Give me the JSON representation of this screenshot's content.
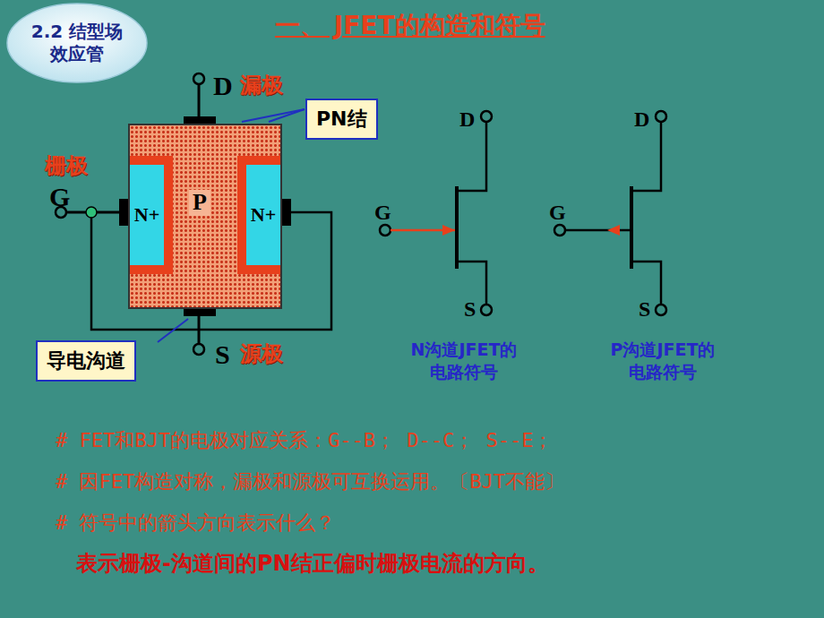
{
  "diagram": {
    "title": "一、 JFET的构造和符号",
    "nodes": [
      {
        "text": [
          "2.2 结型场效应管"
        ]
      },
      {
        "text": [
          "PN结"
        ]
      },
      {
        "text": [
          "P"
        ]
      },
      {
        "text": [
          "N+"
        ],
        "in": 2
      },
      {
        "text": [
          "N+"
        ],
        "in": 2
      },
      {
        "text": [
          "导电沟道"
        ]
      }
    ],
    "labels": [
      "D",
      "漏极",
      "栅极",
      "G",
      "S",
      "源极",
      "D",
      "G",
      "S",
      "D",
      "G",
      "S",
      "N沟道JFET的 电路符号",
      "P沟道JFET的 电路符号",
      "# FET和BJT的电极对应关系：G--B； D--C； S--E；",
      "# 因FET构造对称，漏极和源极可互换运用。〔BJT不能〕",
      "# 符号中的箭头方向表示什么？",
      "表示栅极-沟道间的PN结正偏时栅极电流的方向。"
    ]
  }
}
